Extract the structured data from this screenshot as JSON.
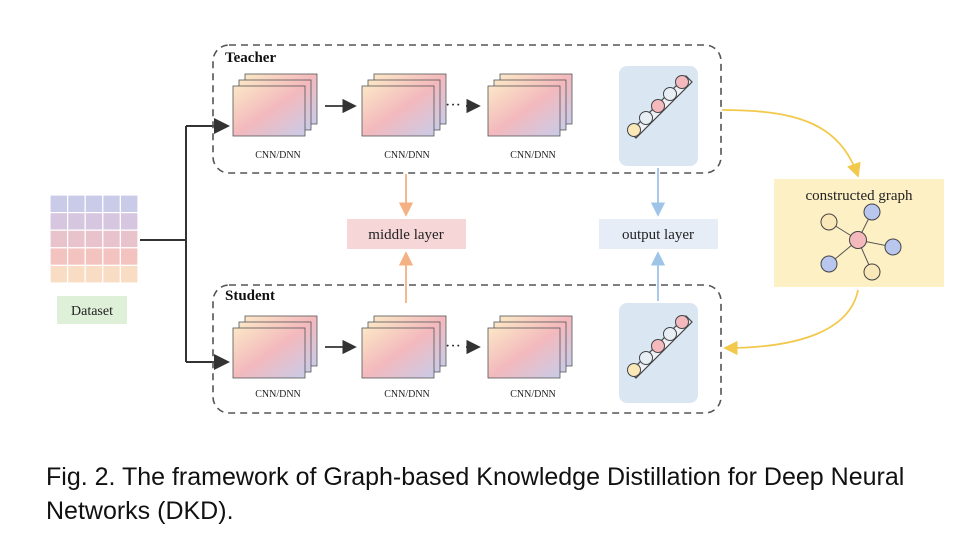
{
  "teacher": {
    "title": "Teacher",
    "labels": [
      "CNN/DNN",
      "CNN/DNN",
      "CNN/DNN"
    ]
  },
  "student": {
    "title": "Student",
    "labels": [
      "CNN/DNN",
      "CNN/DNN",
      "CNN/DNN"
    ]
  },
  "dataset_label": "Dataset",
  "middle_layer_label": "middle layer",
  "output_layer_label": "output layer",
  "graph_label": "constructed graph",
  "ellipsis": "···",
  "caption": "Fig. 2. The framework of Graph-based Knowledge Distillation for Deep Neural Networks (DKD).",
  "colors": {
    "teacher_output_bg": "#dbe6f3",
    "middle_layer_bg": "#f7d6d8",
    "output_layer_bg": "#e6edf7",
    "dataset_bg": "#dff0d8",
    "graph_bg": "#fdf0c4",
    "yellow_arrow": "#f2c94c",
    "orange_arrow": "#f4b183",
    "blue_arrow": "#9ec5e8"
  }
}
